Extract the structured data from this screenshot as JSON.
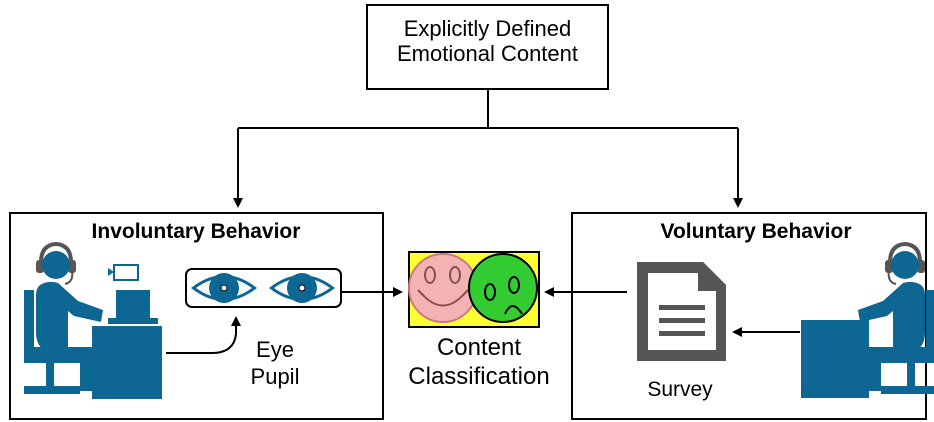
{
  "top_box": {
    "line1": "Explicitly Defined",
    "line2": "Emotional Content"
  },
  "left_panel": {
    "title": "Involuntary Behavior",
    "eye_label_line1": "Eye",
    "eye_label_line2": "Pupil"
  },
  "center": {
    "label_line1": "Content",
    "label_line2": "Classification"
  },
  "right_panel": {
    "title": "Voluntary Behavior",
    "survey_label": "Survey"
  },
  "colors": {
    "figure_blue": "#0e6693",
    "document_gray": "#555555",
    "classification_bg": "#ffff33",
    "happy_face": "#f4b3b3",
    "sad_face": "#33cc33"
  },
  "icons": [
    "headset-person-icon",
    "webcam-icon",
    "eye-icon",
    "document-icon",
    "happy-face-icon",
    "sad-face-icon"
  ]
}
